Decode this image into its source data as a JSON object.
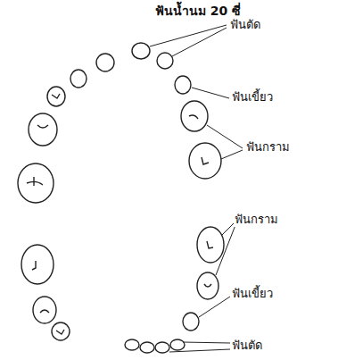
{
  "diagram": {
    "title": "ฟันน้ำนม 20 ซี่",
    "labels": [
      "ฟันตัด",
      "ฟันเขี้ยว",
      "ฟันกราม",
      "ฟันกราม",
      "ฟันเขี้ยว",
      "ฟันตัด"
    ]
  }
}
